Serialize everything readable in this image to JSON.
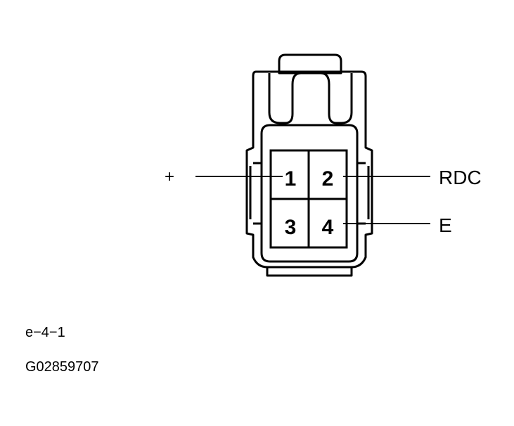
{
  "connector": {
    "pins": [
      {
        "number": "1",
        "signal": "+"
      },
      {
        "number": "2",
        "signal": "RDC"
      },
      {
        "number": "3",
        "signal": ""
      },
      {
        "number": "4",
        "signal": "E"
      }
    ]
  },
  "captions": {
    "code": "e−4−1",
    "figure_id": "G02859707"
  }
}
